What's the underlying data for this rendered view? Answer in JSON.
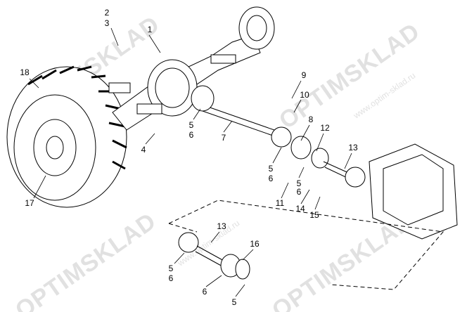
{
  "watermark": {
    "brand": "OPTIMSKLAD",
    "url": "www.optim-sklad.ru"
  },
  "callouts": [
    {
      "id": "c2",
      "text": "2"
    },
    {
      "id": "c3",
      "text": "3"
    },
    {
      "id": "c1",
      "text": "1"
    },
    {
      "id": "c18",
      "text": "18"
    },
    {
      "id": "c9",
      "text": "9"
    },
    {
      "id": "c10",
      "text": "10"
    },
    {
      "id": "c8",
      "text": "8"
    },
    {
      "id": "c12",
      "text": "12"
    },
    {
      "id": "c13a",
      "text": "13"
    },
    {
      "id": "c5a",
      "text": "5"
    },
    {
      "id": "c6a",
      "text": "6"
    },
    {
      "id": "c7",
      "text": "7"
    },
    {
      "id": "c4",
      "text": "4"
    },
    {
      "id": "c17",
      "text": "17"
    },
    {
      "id": "c5b",
      "text": "5"
    },
    {
      "id": "c6b",
      "text": "6"
    },
    {
      "id": "c5c",
      "text": "5"
    },
    {
      "id": "c6c",
      "text": "6"
    },
    {
      "id": "c11",
      "text": "11"
    },
    {
      "id": "c14",
      "text": "14"
    },
    {
      "id": "c15",
      "text": "15"
    },
    {
      "id": "c13b",
      "text": "13"
    },
    {
      "id": "c16",
      "text": "16"
    },
    {
      "id": "c5d",
      "text": "5"
    },
    {
      "id": "c6d",
      "text": "6"
    },
    {
      "id": "c6e",
      "text": "6"
    },
    {
      "id": "c5e",
      "text": "5"
    }
  ]
}
